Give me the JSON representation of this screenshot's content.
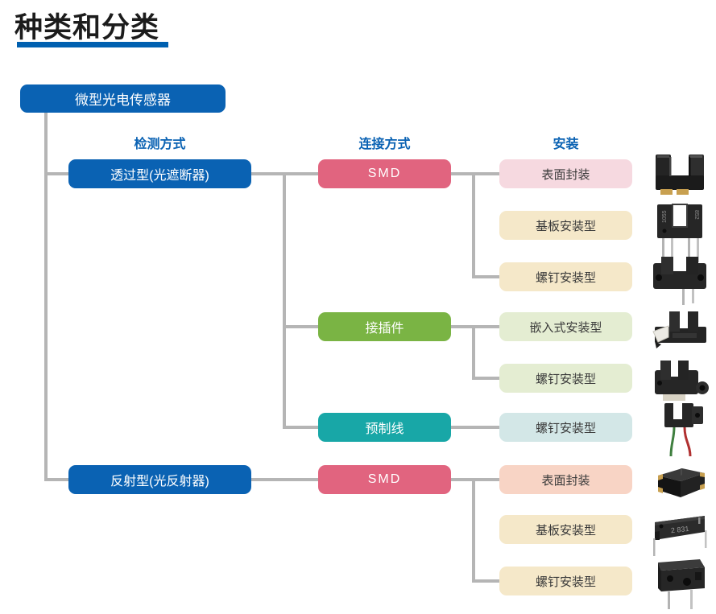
{
  "page": {
    "title": "种类和分类"
  },
  "colors": {
    "title_text": "#1c1c1c",
    "title_underline": "#0060b0",
    "node_blue": "#0a62b3",
    "header_blue": "#0a62b3",
    "smd_pink": "#e1647f",
    "connector_green": "#7ab444",
    "prewired_teal": "#18a7a7",
    "light_pink": "#f6d9e0",
    "cream": "#f5e8c9",
    "light_green": "#e4edd2",
    "light_teal": "#d3e7e7",
    "light_salmon": "#f8d4c5",
    "connector_line_gray": "#b5b5b5"
  },
  "tree": {
    "root": "微型光电传感器",
    "column_headers": [
      "检测方式",
      "连接方式",
      "安装"
    ],
    "detection_types": [
      "透过型(光遮断器)",
      "反射型(光反射器)"
    ],
    "connection_types": [
      "SMD",
      "接插件",
      "预制线",
      "SMD"
    ],
    "mount_types": [
      "表面封装",
      "基板安装型",
      "螺钉安装型",
      "嵌入式安装型",
      "螺钉安装型",
      "螺钉安装型",
      "表面封装",
      "基板安装型",
      "螺钉安装型"
    ]
  },
  "products": [
    {
      "name": "slot-sensor-surface-mount"
    },
    {
      "name": "slot-sensor-pcb-mount",
      "marking_left": "1055",
      "marking_right": "852"
    },
    {
      "name": "slot-sensor-screw-mount"
    },
    {
      "name": "slot-sensor-connector-type"
    },
    {
      "name": "slot-sensor-screw-mount-ear"
    },
    {
      "name": "slot-sensor-pre-wired"
    },
    {
      "name": "reflective-sensor-smd-chip"
    },
    {
      "name": "reflective-sensor-pcb-mount",
      "marking": "2 831"
    },
    {
      "name": "reflective-sensor-screw-mount"
    }
  ]
}
